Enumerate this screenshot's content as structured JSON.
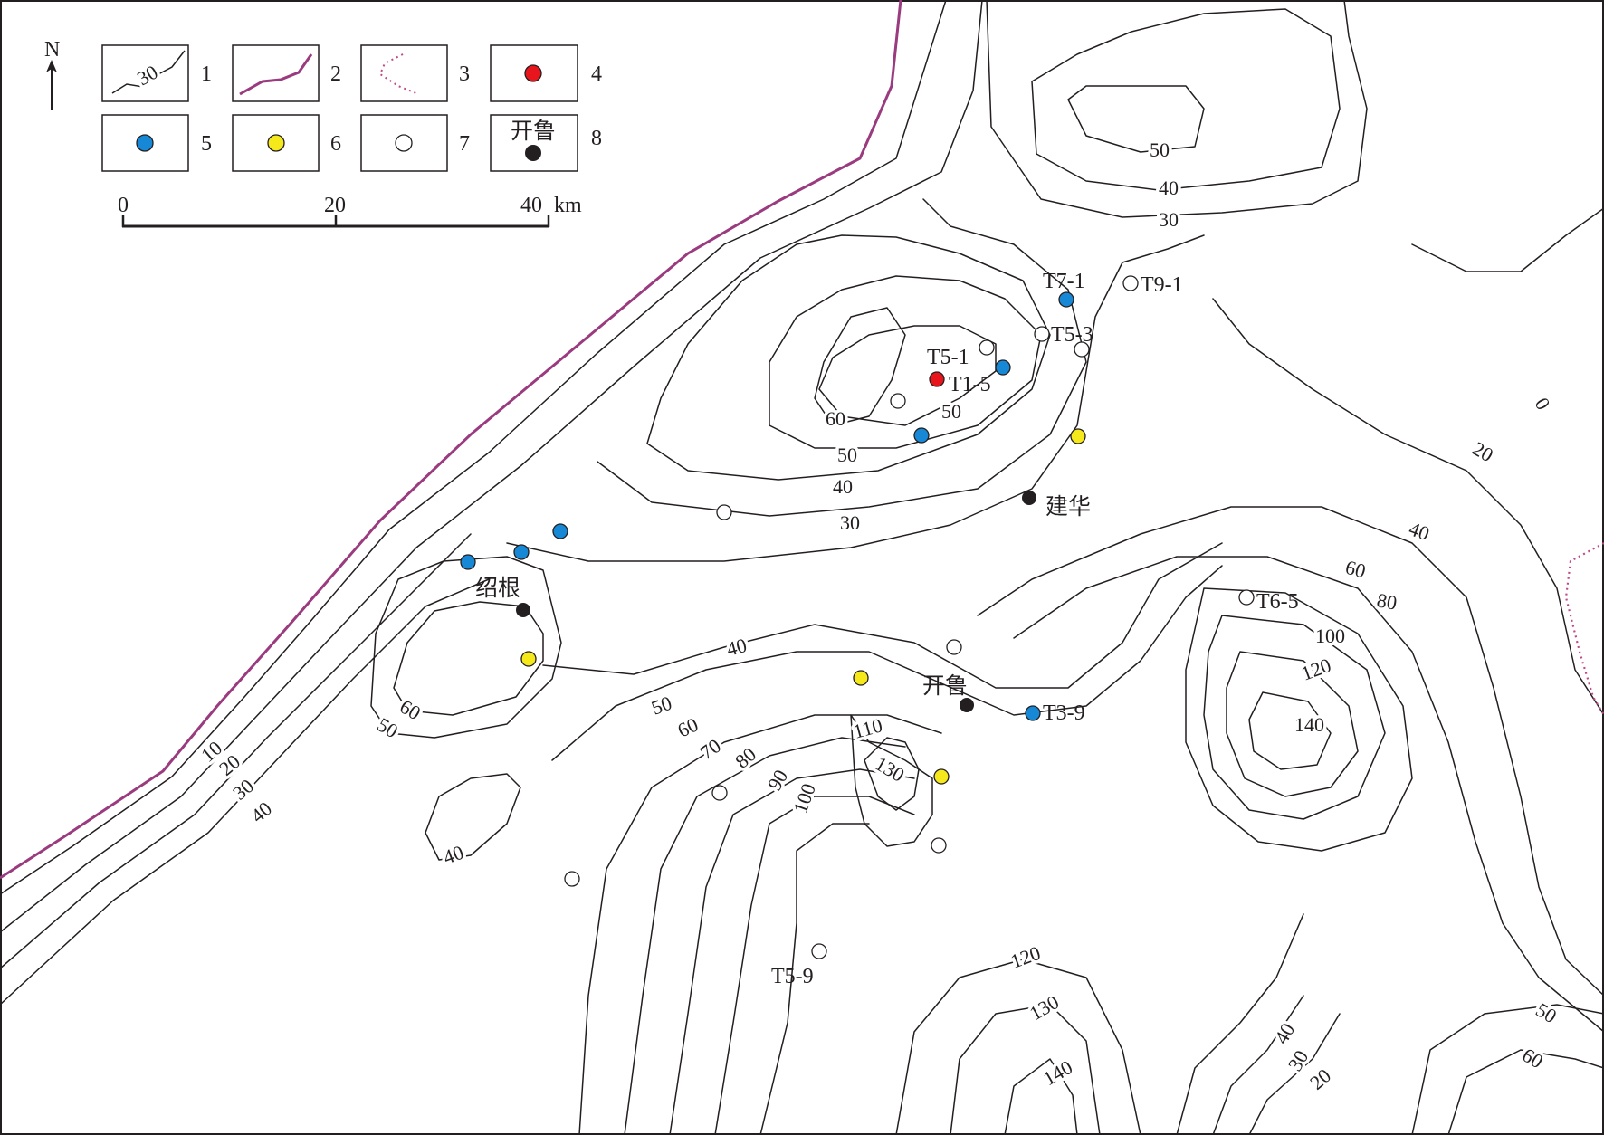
{
  "north": "N",
  "legend": {
    "items": [
      {
        "num": "1",
        "sample_text": "30",
        "icon": "contour-line-icon"
      },
      {
        "num": "2",
        "icon": "boundary-line-icon",
        "color": "#9b3b7f"
      },
      {
        "num": "3",
        "icon": "dotted-line-icon",
        "color": "#c04a8a"
      },
      {
        "num": "4",
        "icon": "red-dot-icon",
        "color": "#e8161c"
      },
      {
        "num": "5",
        "icon": "blue-dot-icon",
        "color": "#1688d6"
      },
      {
        "num": "6",
        "icon": "yellow-dot-icon",
        "color": "#f5e81b"
      },
      {
        "num": "7",
        "icon": "open-circle-icon",
        "color": "#ffffff"
      },
      {
        "num": "8",
        "sample_text": "开鲁",
        "icon": "black-dot-icon",
        "color": "#231f20"
      }
    ]
  },
  "scale_bar": {
    "ticks": [
      "0",
      "20",
      "40"
    ],
    "unit": "km"
  },
  "places": {
    "jianhua": "建华",
    "shaogen": "绍根",
    "kailu": "开鲁"
  },
  "wells": {
    "t7_1": "T7-1",
    "t9_1": "T9-1",
    "t5_3": "T5-3",
    "t5_1": "T5-1",
    "t1_5": "T1-5",
    "t6_5": "T6-5",
    "t3_9": "T3-9",
    "t5_9": "T5-9"
  },
  "contour_labels": {
    "ne_50": "50",
    "ne_40": "40",
    "ne_30": "30",
    "c_60": "60",
    "c_50a": "50",
    "c_50b": "50",
    "c_40": "40",
    "c_30": "30",
    "e_0": "0",
    "e_20": "20",
    "e_40": "40",
    "e_60": "60",
    "e_80": "80",
    "e_100": "100",
    "e_120": "120",
    "e_140": "140",
    "m_40": "40",
    "m_50": "50",
    "m_60": "60",
    "m_70": "70",
    "m_80": "80",
    "m_90": "90",
    "m_100": "100",
    "m_110": "110",
    "m_130": "130",
    "w_60": "60",
    "w_50": "50",
    "nw_10": "10",
    "nw_20": "20",
    "nw_30": "30",
    "nw_40": "40",
    "sw_40": "40",
    "s_120": "120",
    "s_130": "130",
    "s_140": "140",
    "se_40": "40",
    "se_30": "30",
    "se_20": "20",
    "se_50": "50",
    "se_60": "60"
  },
  "colors": {
    "well_red": "#e8161c",
    "well_blue": "#1688d6",
    "well_yellow": "#f5e81b",
    "town": "#231f20",
    "boundary": "#9b3b7f"
  }
}
